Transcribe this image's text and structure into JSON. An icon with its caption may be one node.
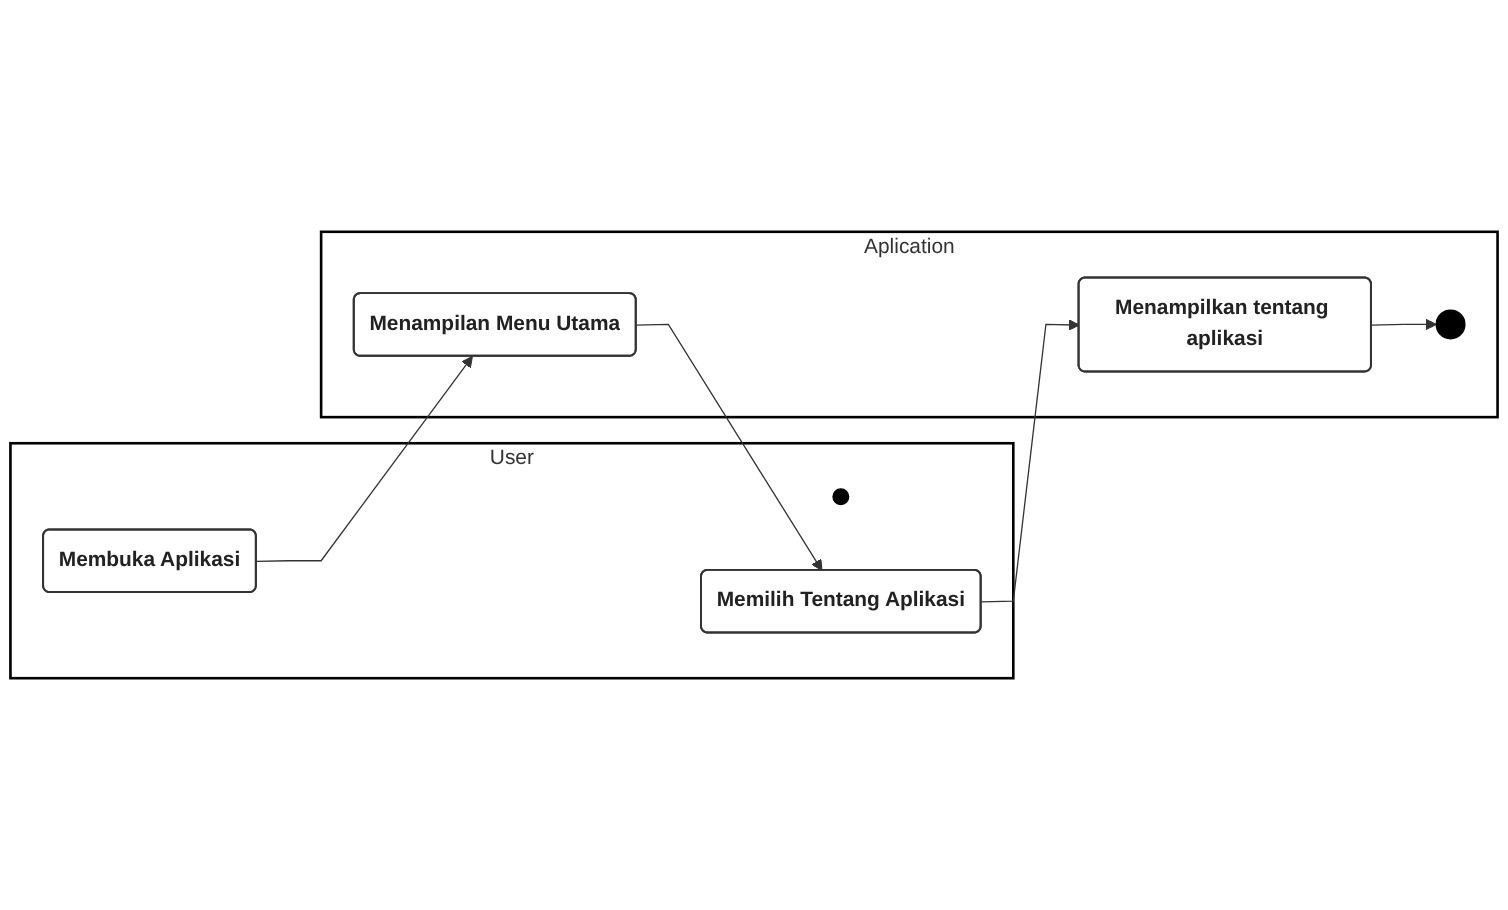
{
  "diagram": {
    "nodes": [
      {
        "text": [
          "User"
        ]
      },
      {
        "text": [
          "Aplication"
        ]
      },
      {
        "text": [],
        "shape": "circle",
        "in": 0
      },
      {
        "text": [
          "Membuka Aplikasi"
        ],
        "in": 0
      },
      {
        "text": [
          "Menampilan Menu Utama"
        ],
        "in": 1
      },
      {
        "text": [
          "Memilih Tentang Aplikasi"
        ],
        "in": 0
      },
      {
        "text": [
          "Menampilkan tentang aplikasi"
        ],
        "in": 1
      },
      {
        "text": [],
        "shape": "circle",
        "in": 1
      }
    ],
    "edges": [
      {
        "from": 3,
        "to": 4,
        "arrow": "to"
      },
      {
        "from": 4,
        "to": 5,
        "arrow": "to"
      },
      {
        "from": 5,
        "to": 6,
        "arrow": "to"
      },
      {
        "from": 6,
        "to": 7,
        "arrow": "to"
      }
    ]
  }
}
